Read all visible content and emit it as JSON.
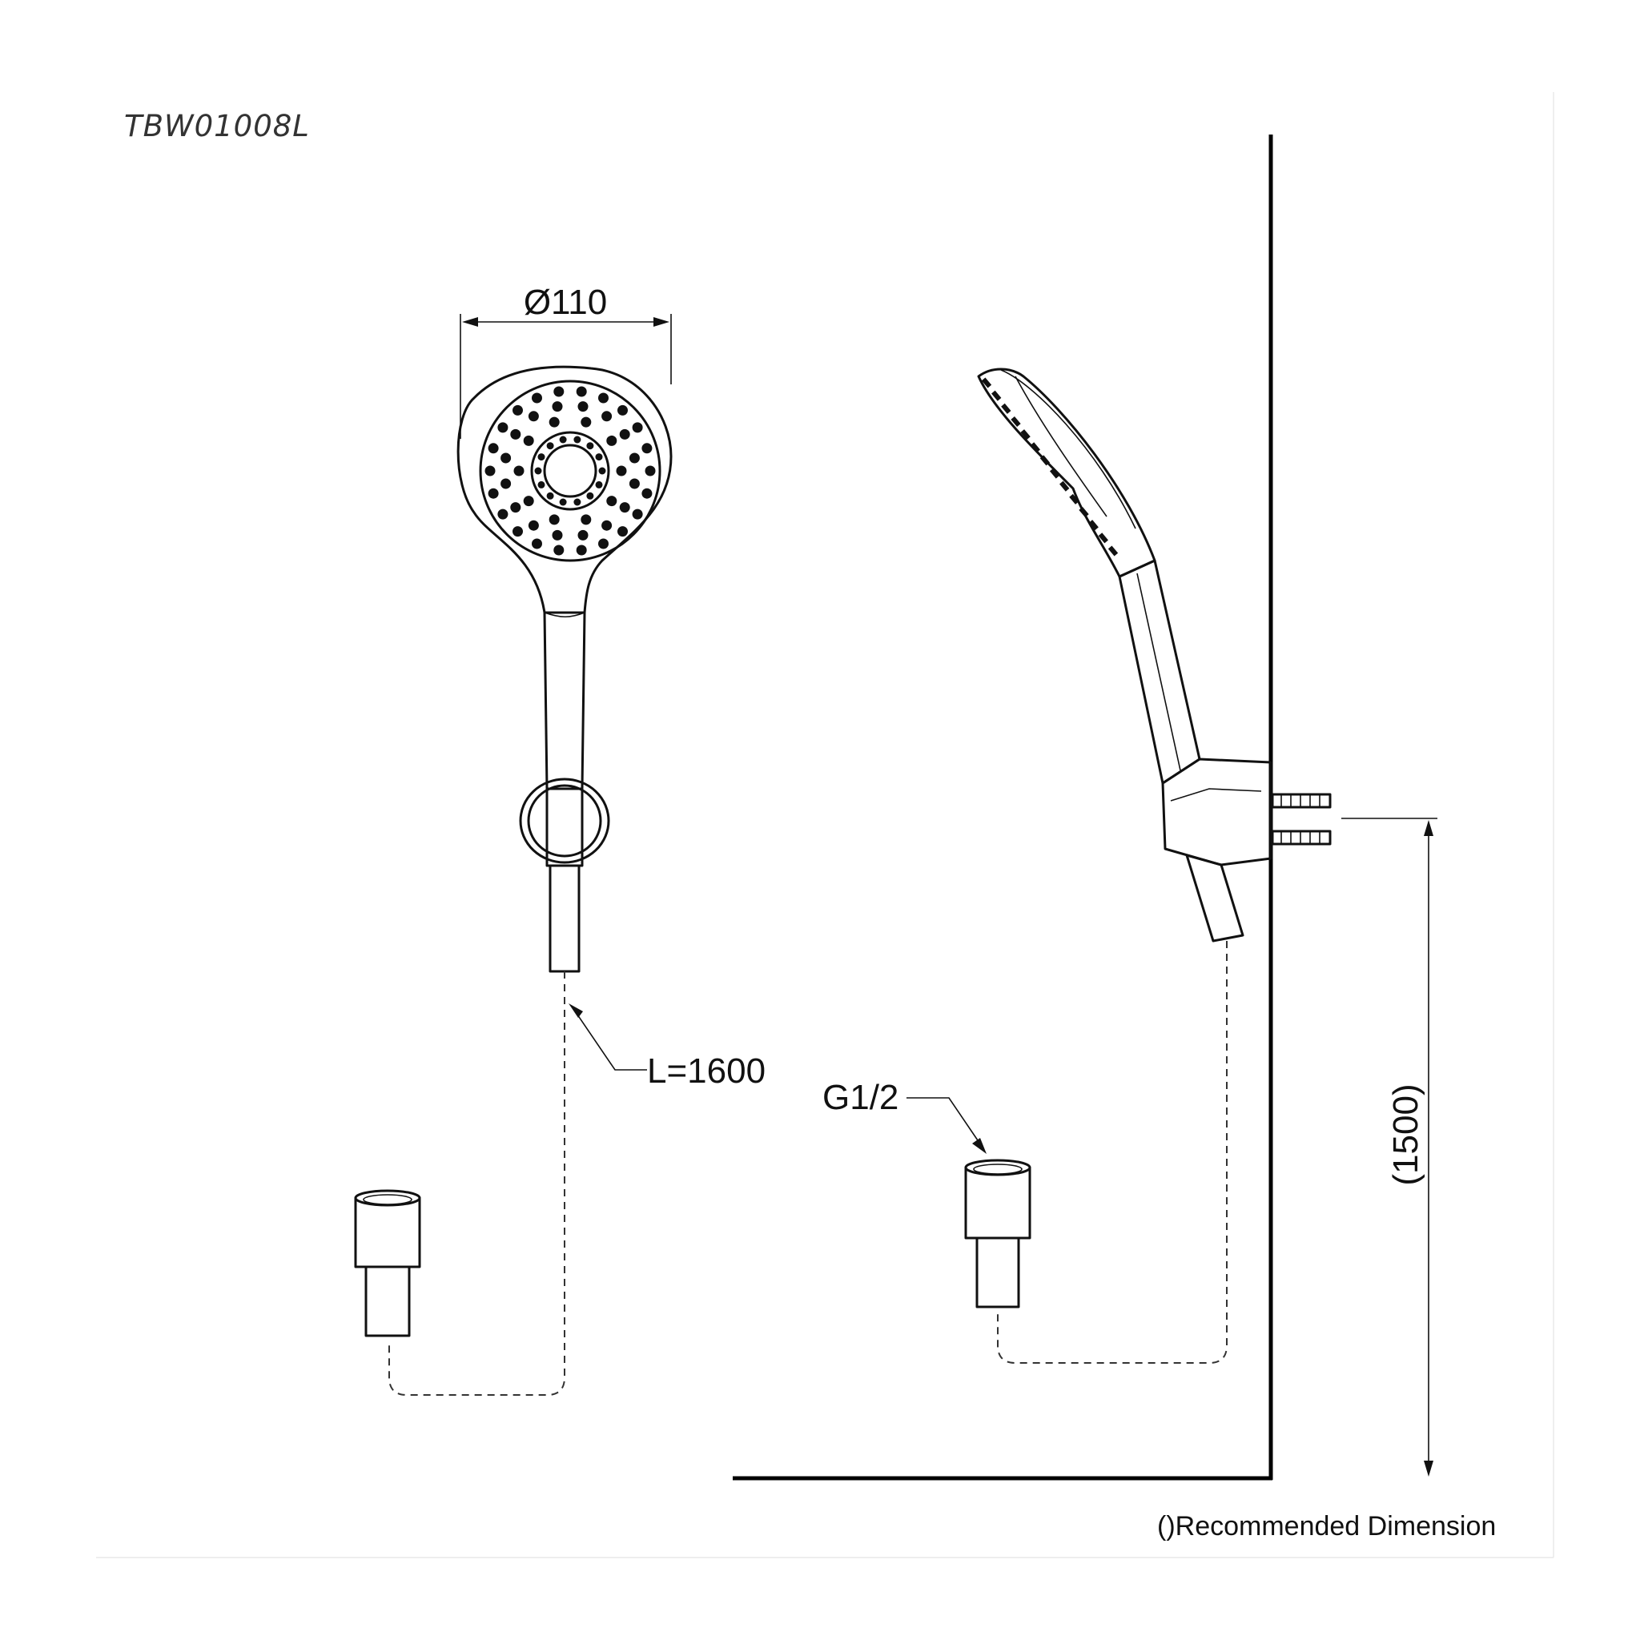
{
  "model_code": "TBW01008L",
  "dimensions": {
    "head_diameter": "Ø110",
    "hose_length": "L=1600",
    "connection_thread": "G1/2",
    "holder_height": "(1500)"
  },
  "legend_note": "()Recommended Dimension"
}
